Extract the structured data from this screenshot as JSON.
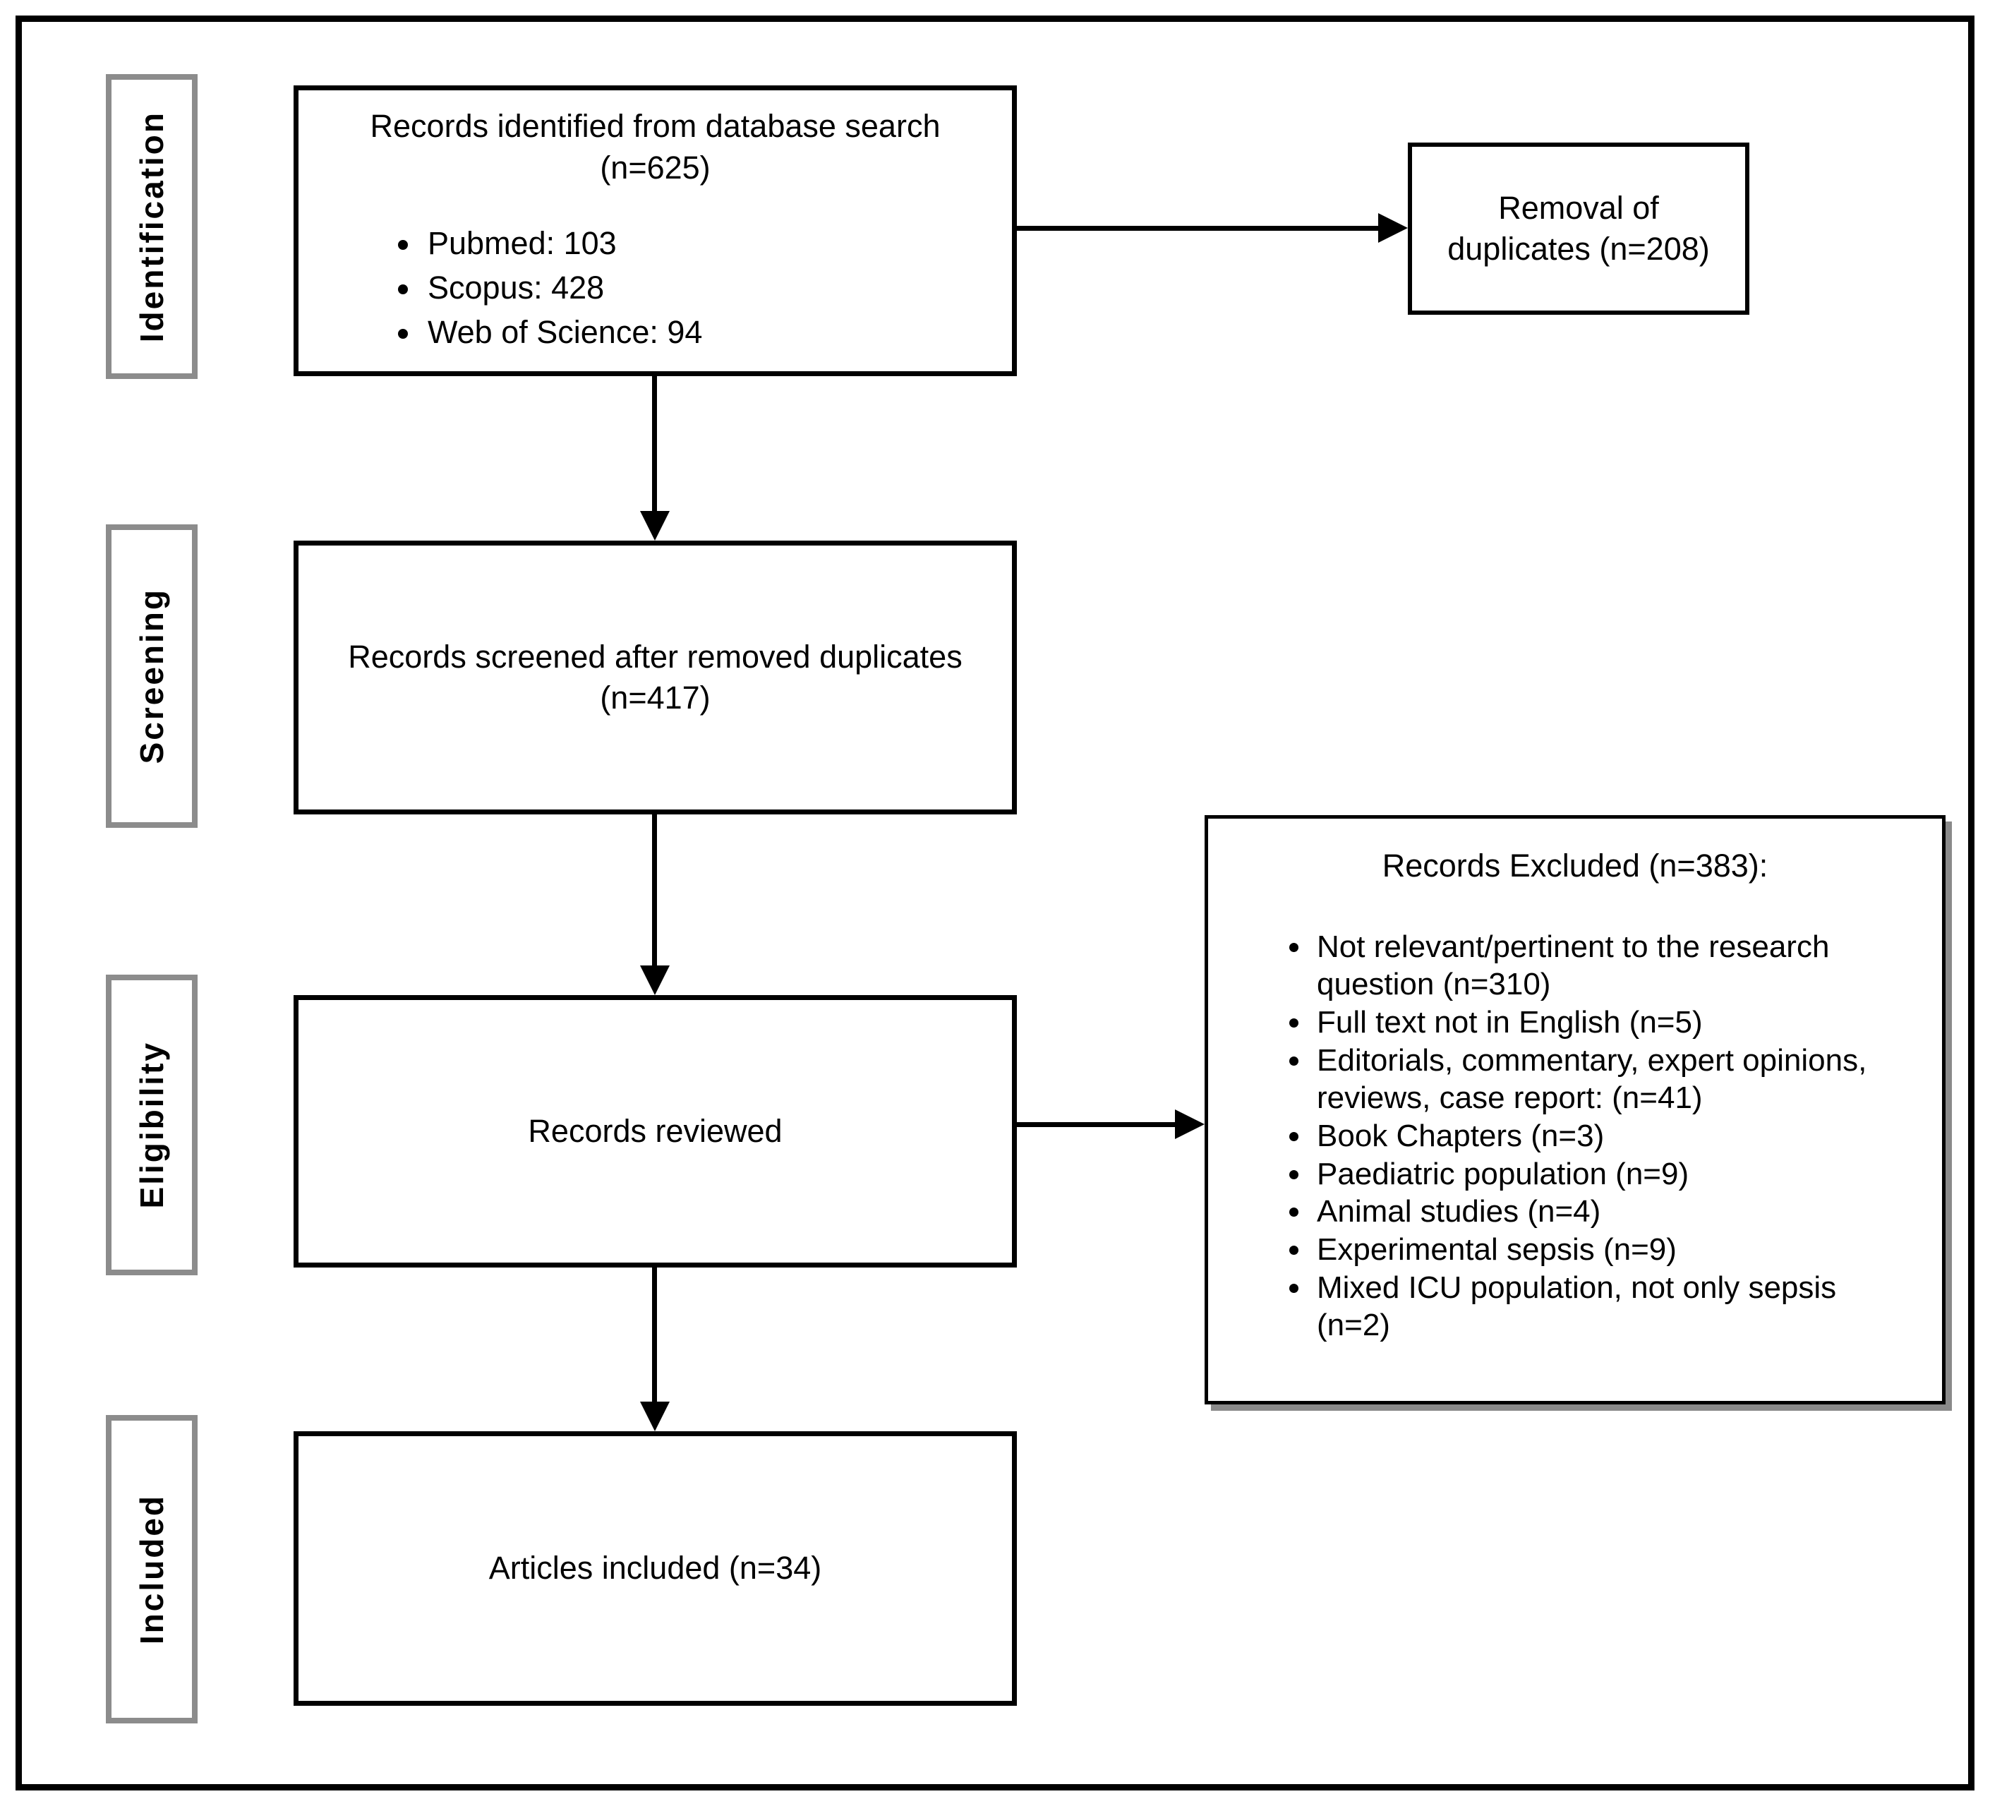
{
  "figure": {
    "type": "prisma-flow-diagram"
  },
  "sidebar": {
    "labels": [
      "Identification",
      "Screening",
      "Eligibility",
      "Included"
    ]
  },
  "boxes": {
    "identified": {
      "title": "Records identified from database search",
      "count": "(n=625)",
      "bullets": [
        "Pubmed: 103",
        "Scopus: 428",
        "Web of Science: 94"
      ]
    },
    "duplicates": {
      "line1": "Removal of",
      "line2": "duplicates (n=208)"
    },
    "screened": {
      "line1": "Records screened after removed duplicates",
      "line2": "(n=417)"
    },
    "reviewed": {
      "label": "Records reviewed"
    },
    "excluded": {
      "title": "Records Excluded (n=383):",
      "bullets": [
        "Not relevant/pertinent to the research question (n=310)",
        "Full text not in English (n=5)",
        "Editorials, commentary, expert opinions, reviews, case report: (n=41)",
        "Book Chapters (n=3)",
        "Paediatric population (n=9)",
        "Animal studies (n=4)",
        "Experimental sepsis (n=9)",
        "Mixed ICU population, not only sepsis (n=2)"
      ]
    },
    "included": {
      "label": "Articles included (n=34)"
    }
  },
  "colors": {
    "box_border": "#000000",
    "stage_border": "#8c8c8c",
    "background": "#ffffff",
    "excluded_shadow": "#8a8a8a"
  }
}
